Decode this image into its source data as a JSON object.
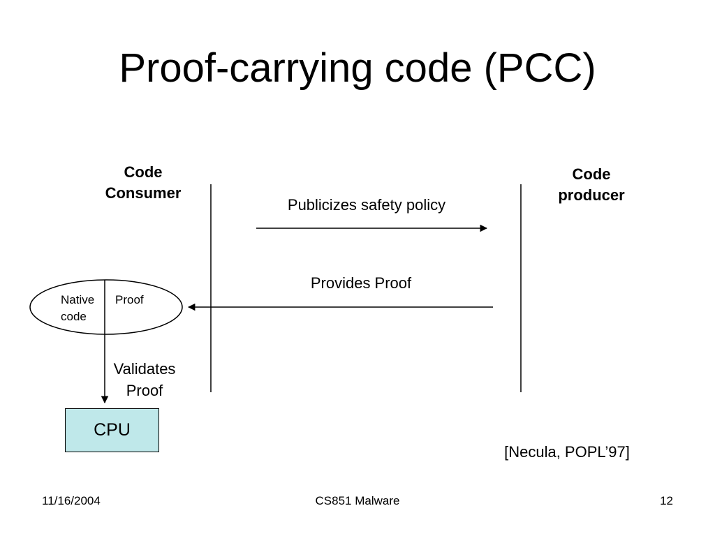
{
  "slide": {
    "title": "Proof-carrying code (PCC)"
  },
  "diagram": {
    "consumer_label": "Code\nConsumer",
    "producer_label": "Code\nproducer",
    "message_1": "Publicizes safety policy",
    "message_2": "Provides Proof",
    "bundle": {
      "left": "Native\ncode",
      "right": "Proof"
    },
    "validates_label": "Validates\nProof",
    "cpu_label": "CPU",
    "citation": "[Necula, POPL’97]"
  },
  "footer": {
    "date": "11/16/2004",
    "course": "CS851 Malware",
    "page": "12"
  },
  "colors": {
    "cpu_fill": "#bfe8ea"
  }
}
